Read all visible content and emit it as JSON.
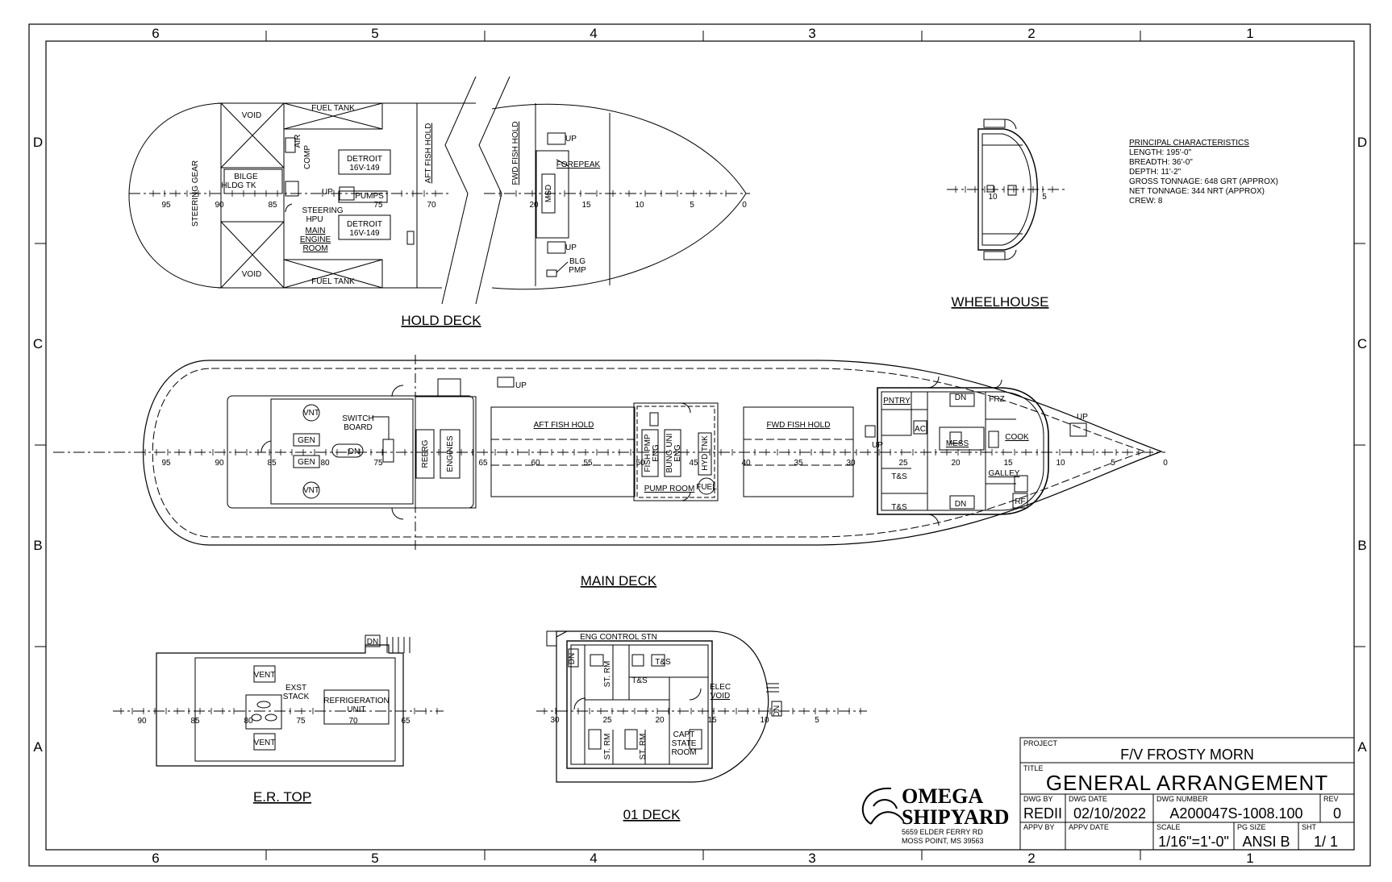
{
  "sheet": {
    "zones_top": [
      "6",
      "5",
      "4",
      "3",
      "2",
      "1"
    ],
    "zones_bottom": [
      "6",
      "5",
      "4",
      "3",
      "2",
      "1"
    ],
    "zones_left": [
      "D",
      "C",
      "B",
      "A"
    ],
    "zones_right": [
      "D",
      "C",
      "B",
      "A"
    ]
  },
  "views": {
    "hold_deck": "HOLD DECK",
    "main_deck": "MAIN DECK",
    "wheelhouse": "WHEELHOUSE",
    "er_top": "E.R. TOP",
    "deck_01": "01 DECK"
  },
  "principal": {
    "heading": "PRINCIPAL CHARACTERISTICS",
    "lines": [
      "LENGTH: 195'-0\"",
      "BREADTH: 36'-0\"",
      "DEPTH: 11'-2\"",
      "GROSS TONNAGE: 648 GRT (APPROX)",
      "NET TONNAGE: 344 NRT (APPROX)",
      "CREW: 8"
    ]
  },
  "hold": {
    "void_top": "VOID",
    "void_bottom": "VOID",
    "fuel_top": "FUEL TANK",
    "fuel_bottom": "FUEL TANK",
    "steering_gear": "STEERING GEAR",
    "bilge": "BILGE",
    "hldg_tk": "HLDG TK",
    "air": "AIR",
    "comp": "COMP",
    "detroit1a": "DETROIT",
    "detroit1b": "16V-149",
    "detroit2a": "DETROIT",
    "detroit2b": "16V-149",
    "up": "UP",
    "pumps": "PUMPS",
    "steering": "STEERING",
    "hpu": "HPU",
    "mer1": "MAIN",
    "mer2": "ENGINE",
    "mer3": "ROOM",
    "aft_fish_hold": "AFT FISH HOLD",
    "fwd_fish_hold": "FWD FISH HOLD",
    "forepeak": "FOREPEAK",
    "msd": "MSD",
    "up2": "UP",
    "up3": "UP",
    "blg": "BLG",
    "pmp": "PMP",
    "frames": [
      "95",
      "90",
      "85",
      "75",
      "70",
      "20",
      "15",
      "10",
      "5",
      "0"
    ]
  },
  "wheelhouse": {
    "frames": [
      "10",
      "5"
    ]
  },
  "main": {
    "vnt1": "VNT",
    "vnt2": "VNT",
    "gen1": "GEN",
    "gen2": "GEN",
    "switch1": "SWITCH",
    "switch2": "BOARD",
    "dn": "DN",
    "refrg": "REFRG",
    "engines": "ENGINES",
    "up": "UP",
    "aft_fish_hold": "AFT FISH HOLD",
    "fish_pump": "FISH PMP",
    "eng1": "ENG",
    "bung": "BUNG UNI",
    "eng2": "ENG",
    "hyd": "HYD TNK",
    "pump_room": "PUMP ROOM",
    "fuel": "FUEL",
    "fwd_fish_hold": "FWD FISH HOLD",
    "pntry": "PNTRY",
    "dn2": "DN",
    "frz": "FRZ",
    "ac": "AC",
    "mess": "MESS",
    "cook": "COOK",
    "galley": "GALLEY",
    "ts1": "T&S",
    "ts2": "T&S",
    "dn3": "DN",
    "rf": "RF",
    "up2": "UP",
    "up3": "UP",
    "frames": [
      "95",
      "90",
      "85",
      "80",
      "75",
      "65",
      "60",
      "55",
      "50",
      "45",
      "40",
      "35",
      "30",
      "25",
      "20",
      "15",
      "10",
      "5",
      "0"
    ]
  },
  "ertop": {
    "dn": "DN",
    "vent1": "VENT",
    "vent2": "VENT",
    "exst": "EXST",
    "stack": "STACK",
    "refrig1": "REFRIGERATION",
    "refrig2": "UNIT",
    "frames": [
      "90",
      "85",
      "80",
      "75",
      "70",
      "65"
    ]
  },
  "deck01": {
    "eng_control": "ENG CONTROL STN",
    "dn": "DN",
    "st_rm1": "ST. RM",
    "ts1": "T&S",
    "ts2": "T&S",
    "elec1": "ELEC",
    "elec2": "VOID",
    "st_rm2": "ST. RM",
    "st_rm3": "ST. RM",
    "capt1": "CAPT",
    "capt2": "STATE",
    "capt3": "ROOM",
    "dn2": "DN",
    "frames": [
      "30",
      "25",
      "20",
      "15",
      "10",
      "5"
    ]
  },
  "logo": {
    "line1": "OMEGA",
    "line2": "SHIPYARD",
    "addr1": "5659 ELDER FERRY RD",
    "addr2": "MOSS POINT, MS 39563"
  },
  "titleblock": {
    "project_label": "PROJECT",
    "project": "F/V FROSTY MORN",
    "title_label": "TITLE",
    "title": "GENERAL ARRANGEMENT",
    "dwg_by_label": "DWG BY",
    "dwg_by": "REDII",
    "dwg_date_label": "DWG DATE",
    "dwg_date": "02/10/2022",
    "dwg_number_label": "DWG NUMBER",
    "dwg_number": "A200047S-1008.100",
    "rev_label": "REV",
    "rev": "0",
    "appv_by_label": "APPV BY",
    "appv_date_label": "APPV DATE",
    "scale_label": "SCALE",
    "scale": "1/16\"=1'-0\"",
    "pg_size_label": "PG SIZE",
    "pg_size": "ANSI B",
    "sht_label": "SHT",
    "sht": "1/ 1"
  }
}
